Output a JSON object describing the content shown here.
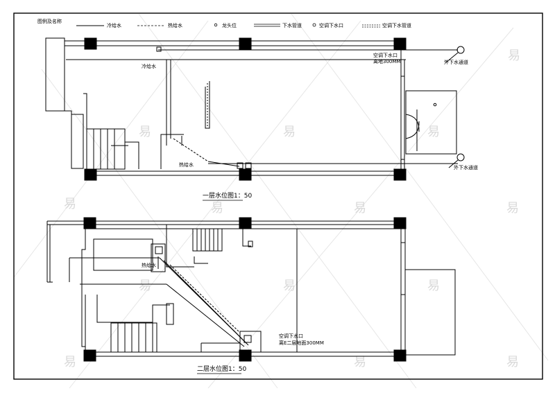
{
  "legend": {
    "title": "图例及名称",
    "cold_water": "冷给水",
    "hot_water": "热给水",
    "faucet": "龙头位",
    "drain_pipe": "下水管道",
    "ac_drain_outlet": "空调下水口",
    "ac_drain_pipe": "空调下水管道"
  },
  "plan1": {
    "cold_water_label": "冷给水",
    "hot_water_label": "热给水",
    "ac_outlet_line1": "空调下水口",
    "ac_outlet_line2": "离地300MM",
    "outer_drain_top": "外下水通道",
    "outer_drain_bottom": "外下水通道",
    "caption": "一层水位图1：50"
  },
  "plan2": {
    "hot_water_label": "热给水",
    "ac_outlet_line1": "空调下水口",
    "ac_outlet_line2": "离E二层地面300MM",
    "caption": "二层水位图1：50"
  },
  "watermark": {
    "text": "易"
  },
  "colors": {
    "line": "#000000",
    "watermark": "#d9d9d9",
    "background": "#ffffff"
  }
}
